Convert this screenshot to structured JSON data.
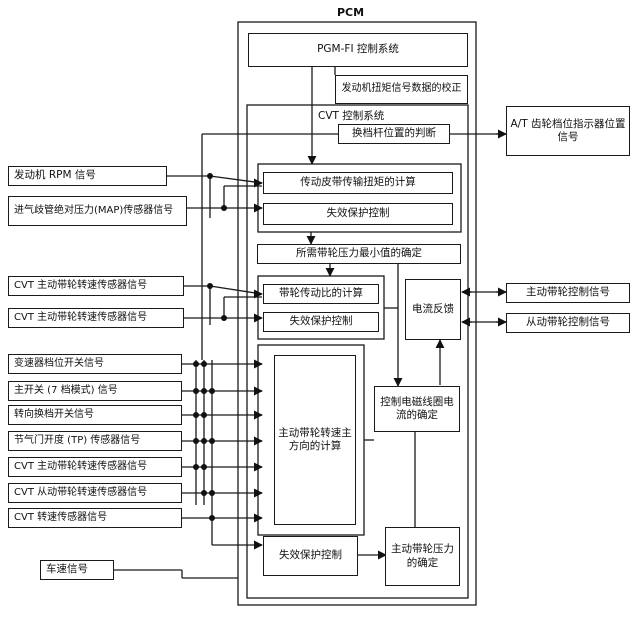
{
  "pcm": {
    "title": "PCM"
  },
  "pgm": {
    "system": "PGM-FI 控制系统",
    "torque_correction": "发动机扭矩信号数据的校正"
  },
  "cvt": {
    "system": "CVT 控制系统",
    "shift_judgment": "换档杆位置的判断",
    "belt_torque": "传动皮带传输扭矩的计算",
    "failsafe1": "失效保护控制",
    "min_pressure": "所需带轮压力最小值的确定",
    "pulley_ratio": "带轮传动比的计算",
    "failsafe2": "失效保护控制",
    "current_feedback": "电流反馈",
    "drive_pulley_calc": "主动带轮转速主方向的计算",
    "solenoid_current": "控制电磁线圈电流的确定",
    "failsafe3": "失效保护控制",
    "drive_pulley_pressure": "主动带轮压力的确定"
  },
  "outputs": {
    "at_indicator": "A/T 齿轮档位指示器位置信号",
    "drive_pulley_ctrl": "主动带轮控制信号",
    "driven_pulley_ctrl": "从动带轮控制信号"
  },
  "inputs": {
    "engine_rpm": "发动机 RPM 信号",
    "map_sensor": "进气歧管绝对压力(MAP)传感器信号",
    "cvt_drive_speed_1": "CVT 主动带轮转速传感器信号",
    "cvt_driven_speed_1": "CVT 主动带轮转速传感器信号",
    "range_switch": "变速器档位开关信号",
    "main_switch": "主开关 (7 档模式) 信号",
    "steering_switch": "转向换档开关信号",
    "tp_sensor": "节气门开度 (TP) 传感器信号",
    "cvt_drive_speed_2": "CVT 主动带轮转速传感器信号",
    "cvt_driven_speed_2": "CVT 从动带轮转速传感器信号",
    "cvt_speed": "CVT 转速传感器信号",
    "vehicle_speed": "车速信号"
  }
}
